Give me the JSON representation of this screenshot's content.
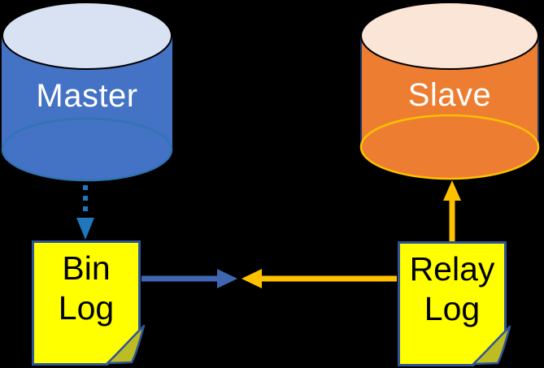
{
  "canvas": {
    "background": "#000000"
  },
  "master": {
    "label": "Master",
    "label_color": "#FFFFFF",
    "body_color": "#4472C4",
    "top_fill": "#D9E2F3",
    "top_stroke": "#000000",
    "bottom_ring_color": "#2E75B6"
  },
  "slave": {
    "label": "Slave",
    "label_color": "#FFFFFF",
    "body_color": "#ED7D31",
    "side_stroke": "#1F3864",
    "top_fill": "#FBE5D6",
    "top_stroke": "#000000",
    "bottom_ring_color": "#FFC000"
  },
  "bin_log": {
    "label_line1": "Bin",
    "label_line2": "Log",
    "label_color": "#000000",
    "fill": "#FFFF00",
    "border": "#2F5597",
    "fold_fill": "#BDBD23"
  },
  "relay_log": {
    "label_line1": "Relay",
    "label_line2": "Log",
    "label_color": "#000000",
    "fill": "#FFFF00",
    "border": "#2F5597",
    "fold_fill": "#BDBD23"
  },
  "arrows": {
    "master_to_binlog": {
      "style": "dotted",
      "color": "#2077BE"
    },
    "binlog_right": {
      "style": "solid",
      "color": "#3F66B0"
    },
    "relaylog_left": {
      "style": "solid",
      "color": "#FFC000"
    },
    "relaylog_to_slave": {
      "style": "solid",
      "color": "#FFC000"
    }
  }
}
